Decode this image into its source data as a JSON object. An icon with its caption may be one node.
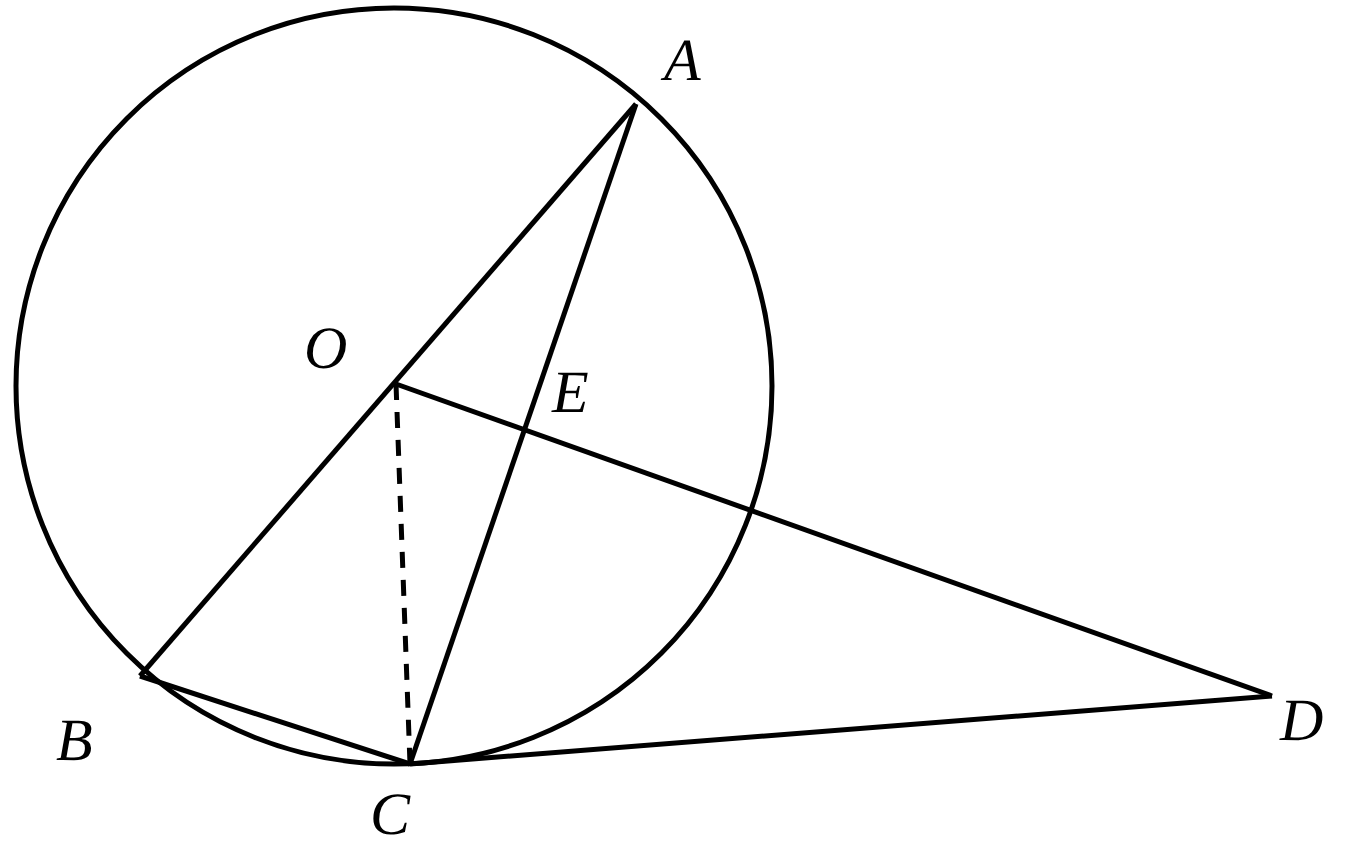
{
  "diagram": {
    "labels": [
      "A",
      "O",
      "E",
      "B",
      "C",
      "D"
    ]
  }
}
